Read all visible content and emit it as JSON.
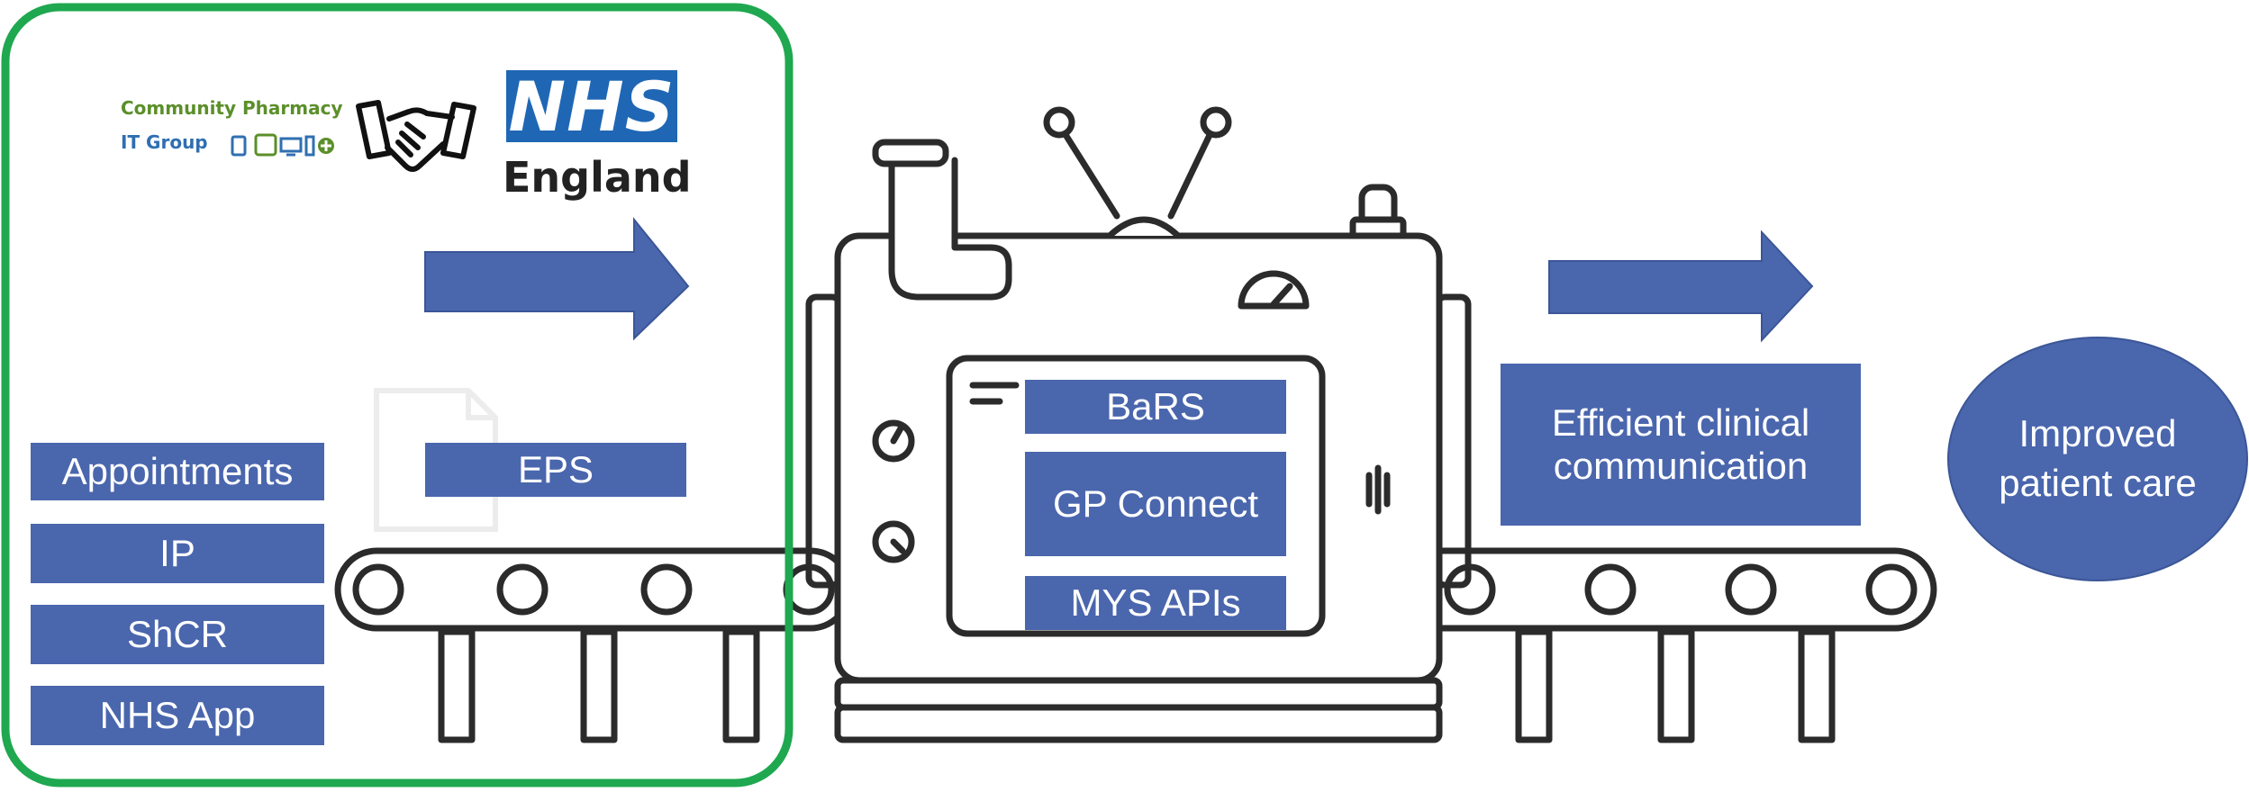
{
  "colors": {
    "box": "#4a66ad",
    "arrow": "#4a66ad",
    "frame": "#1fa84f",
    "machine_outline": "#2b2b2b"
  },
  "logos": {
    "community_pharmacy_line1": "Community Pharmacy",
    "community_pharmacy_line2": "IT Group",
    "nhs_badge": "NHS",
    "nhs_region": "England",
    "handshake_icon": "handshake-icon"
  },
  "inputs": [
    "Appointments",
    "IP",
    "ShCR",
    "NHS App"
  ],
  "conveyor_item": "EPS",
  "machine_screen": [
    "BaRS",
    "GP Connect",
    "MYS APIs"
  ],
  "output": {
    "label": "Efficient clinical communication",
    "result": "Improved patient care"
  }
}
